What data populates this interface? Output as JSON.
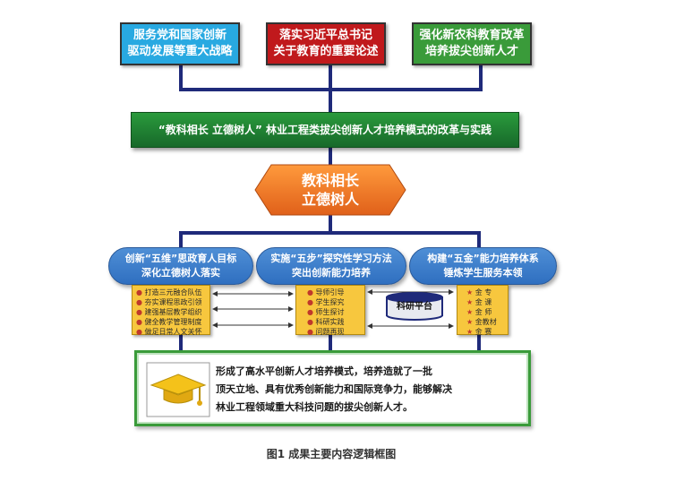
{
  "top_boxes": [
    {
      "line1": "服务党和国家创新",
      "line2": "驱动发展等重大战略",
      "color": "#28a9e1",
      "text_color": "#ffffff"
    },
    {
      "line1": "落实习近平总书记",
      "line2": "关于教育的重要论述",
      "color": "#c0191c",
      "text_color": "#ffffff"
    },
    {
      "line1": "强化新农科教育改革",
      "line2": "培养拔尖创新人才",
      "color": "#3a9b3a",
      "text_color": "#ffffff"
    }
  ],
  "title_banner": {
    "text": "“教科相长 立德树人” 林业工程类拔尖创新人才培养模式的改革与实践",
    "color": "#1e7a2c"
  },
  "hexagon": {
    "line1": "教科相长",
    "line2": "立德树人",
    "color": "#f07828"
  },
  "pillars": [
    {
      "line1": "创新“五维”思政育人目标",
      "line2": "深化立德树人落实"
    },
    {
      "line1": "实施“五步”探究性学习方法",
      "line2": "突出创新能力培养"
    },
    {
      "line1": "构建“五金”能力培养体系",
      "line2": "锤炼学生服务本领"
    }
  ],
  "lists": {
    "left": [
      "打造三元融合队伍",
      "夯实课程思政引领",
      "建强基层教学组织",
      "健全教学管理制度",
      "做足日常人文关怀"
    ],
    "middle": [
      "导师引导",
      "学生探究",
      "师生探讨",
      "科研实践",
      "问题再现"
    ],
    "right": [
      "金 专",
      "金 课",
      "金 师",
      "金教材",
      "金 赛"
    ]
  },
  "research_platform": "科研平台",
  "outcome": {
    "line1": "形成了高水平创新人才培养模式，培养造就了一批",
    "line2": "顶天立地、具有优秀创新能力和国际竞争力，能够解决",
    "line3": "林业工程领域重大科技问题的拔尖创新人才。",
    "icon": "graduation-cap-icon"
  },
  "caption": "图1 成果主要内容逻辑框图",
  "colors": {
    "wire": "#1f2a7a",
    "list_bg": "#f7c73e",
    "pill": "#3a7fcf",
    "outcome_border": "#3a9b3a"
  }
}
